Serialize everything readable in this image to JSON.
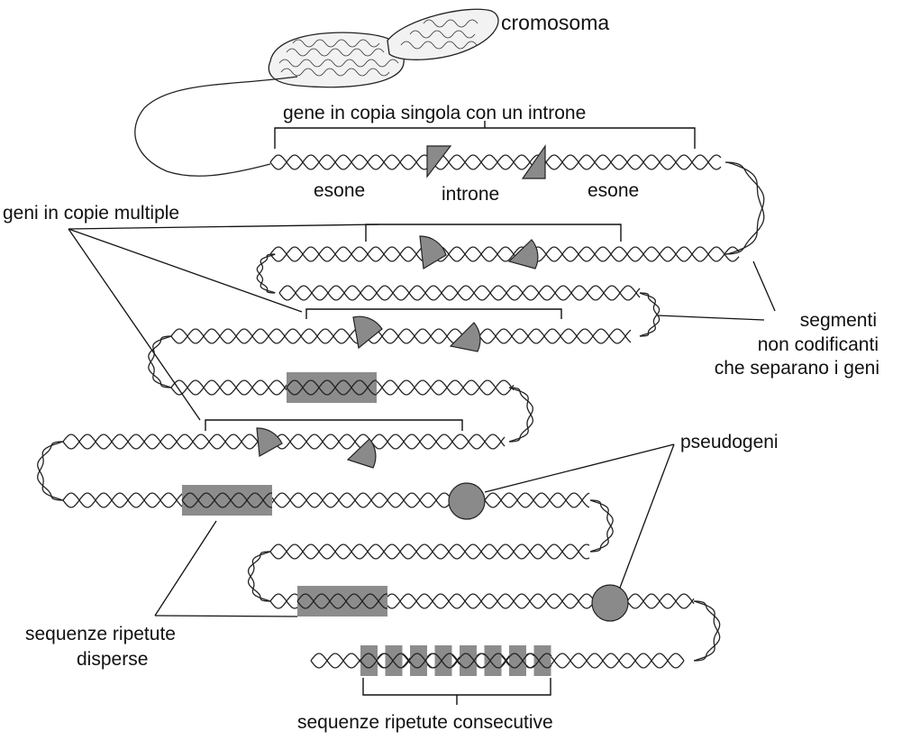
{
  "labels": {
    "chromosome": "cromosoma",
    "single_gene": "gene in copia singola con un introne",
    "exon_left": "esone",
    "intron": "introne",
    "exon_right": "esone",
    "multi_copy": "geni in copie multiple",
    "noncoding_line1": "segmenti",
    "noncoding_line2": "non codificanti",
    "noncoding_line3": "che separano i geni",
    "pseudogenes": "pseudogeni",
    "dispersed_line1": "sequenze ripetute",
    "dispersed_line2": "disperse",
    "tandem": "sequenze ripetute consecutive"
  },
  "colors": {
    "ink": "#111111",
    "feature_fill": "#8a8a8a",
    "repeat_fill": "#8c8c8c",
    "background": "#ffffff"
  }
}
